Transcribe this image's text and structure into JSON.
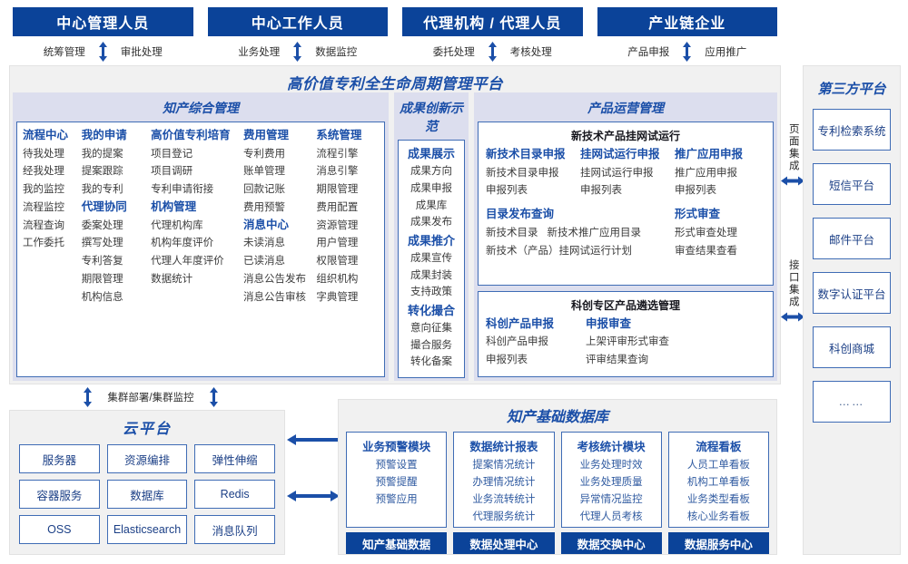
{
  "roles": [
    {
      "label": "中心管理人员",
      "flows": [
        "统筹管理",
        "审批处理"
      ]
    },
    {
      "label": "中心工作人员",
      "flows": [
        "业务处理",
        "数据监控"
      ]
    },
    {
      "label": "代理机构 / 代理人员",
      "flows": [
        "委托处理",
        "考核处理"
      ]
    },
    {
      "label": "产业链企业",
      "flows": [
        "产品申报",
        "应用推广"
      ]
    }
  ],
  "platform": {
    "title": "高价值专利全生命周期管理平台",
    "panels": {
      "zhichan": {
        "title": "知产综合管理",
        "columns": [
          {
            "groups": [
              {
                "header": "流程中心",
                "items": [
                  "待我处理",
                  "经我处理",
                  "我的监控",
                  "流程监控",
                  "流程查询",
                  "工作委托"
                ]
              }
            ]
          },
          {
            "groups": [
              {
                "header": "我的申请",
                "items": [
                  "我的提案",
                  "提案跟踪",
                  "我的专利"
                ]
              },
              {
                "header": "代理协同",
                "items": [
                  "委案处理",
                  "撰写处理",
                  "专利答复",
                  "期限管理",
                  "机构信息"
                ]
              }
            ]
          },
          {
            "groups": [
              {
                "header": "高价值专利培育",
                "items": [
                  "项目登记",
                  "项目调研",
                  "专利申请衔接"
                ]
              },
              {
                "header": "机构管理",
                "items": [
                  "代理机构库",
                  "机构年度评价",
                  "代理人年度评价",
                  "数据统计"
                ]
              }
            ]
          },
          {
            "groups": [
              {
                "header": "费用管理",
                "items": [
                  "专利费用",
                  "账单管理",
                  "回款记账",
                  "费用预警"
                ]
              },
              {
                "header": "消息中心",
                "items": [
                  "未读消息",
                  "已读消息",
                  "消息公告发布",
                  "消息公告审核"
                ]
              }
            ]
          },
          {
            "groups": [
              {
                "header": "系统管理",
                "items": [
                  "流程引擎",
                  "消息引擎",
                  "期限管理",
                  "费用配置",
                  "资源管理",
                  "用户管理",
                  "权限管理",
                  "组织机构",
                  "字典管理"
                ]
              }
            ]
          }
        ]
      },
      "chengguo": {
        "title": "成果创新示范",
        "groups": [
          {
            "header": "成果展示",
            "items": [
              "成果方向",
              "成果申报",
              "成果库",
              "成果发布"
            ]
          },
          {
            "header": "成果推介",
            "items": [
              "成果宣传",
              "成果封装",
              "支持政策"
            ]
          },
          {
            "header": "转化撮合",
            "items": [
              "意向征集",
              "撮合服务",
              "转化备案"
            ]
          }
        ]
      },
      "chanpin": {
        "title": "产品运营管理",
        "sub_boxes": [
          {
            "title": "新技术产品挂网试运行",
            "row1": [
              {
                "header": "新技术目录申报",
                "items": [
                  "新技术目录申报",
                  "申报列表"
                ]
              },
              {
                "header": "挂网试运行申报",
                "items": [
                  "挂网试运行申报",
                  "申报列表"
                ]
              },
              {
                "header": "推广应用申报",
                "items": [
                  "推广应用申报",
                  "申报列表"
                ]
              }
            ],
            "row2_left": {
              "header": "目录发布查询",
              "line1": [
                "新技术目录",
                "新技术推广应用目录"
              ],
              "line2": [
                "新技术（产品）挂网试运行计划"
              ]
            },
            "row2_right": {
              "header": "形式审查",
              "items": [
                "形式审查处理",
                "审查结果查看"
              ]
            }
          },
          {
            "title": "科创专区产品遴选管理",
            "columns": [
              {
                "header": "科创产品申报",
                "items": [
                  "科创产品申报",
                  "申报列表"
                ]
              },
              {
                "header": "申报审查",
                "items": [
                  "上架评审形式审查",
                  "评审结果查询"
                ]
              }
            ]
          }
        ]
      }
    }
  },
  "integration": [
    "页面集成",
    "接口集成"
  ],
  "third_party": {
    "title": "第三方平台",
    "items": [
      "专利检索系统",
      "短信平台",
      "邮件平台",
      "数字认证平台",
      "科创商城",
      "……"
    ]
  },
  "cluster_label": "集群部署/集群监控",
  "cloud": {
    "title": "云平台",
    "cells": [
      "服务器",
      "资源编排",
      "弹性伸缩",
      "容器服务",
      "数据库",
      "Redis",
      "OSS",
      "Elasticsearch",
      "消息队列"
    ]
  },
  "database": {
    "title": "知产基础数据库",
    "columns": [
      {
        "header": "业务预警模块",
        "items": [
          "预警设置",
          "预警提醒",
          "预警应用"
        ],
        "footer": "知产基础数据"
      },
      {
        "header": "数据统计报表",
        "items": [
          "提案情况统计",
          "办理情况统计",
          "业务流转统计",
          "代理服务统计"
        ],
        "footer": "数据处理中心"
      },
      {
        "header": "考核统计模块",
        "items": [
          "业务处理时效",
          "业务处理质量",
          "异常情况监控",
          "代理人员考核"
        ],
        "footer": "数据交换中心"
      },
      {
        "header": "流程看板",
        "items": [
          "人员工单看板",
          "机构工单看板",
          "业务类型看板",
          "核心业务看板"
        ],
        "footer": "数据服务中心"
      }
    ]
  },
  "colors": {
    "brand_blue": "#0b4399",
    "accent_blue": "#1b4fa8",
    "panel_band": "#dcdeee",
    "bg_gray": "#f1f1f1",
    "border_blue": "#3f6cb5"
  }
}
